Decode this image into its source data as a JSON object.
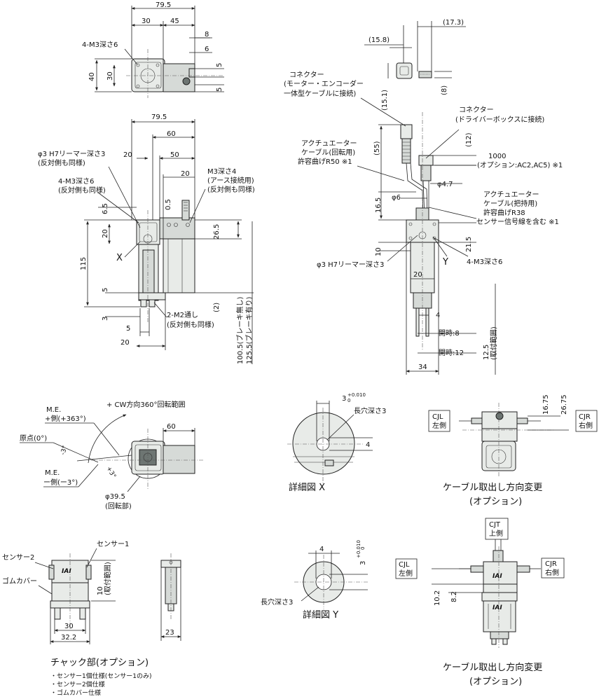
{
  "top_view": {
    "dims": [
      "79.5",
      "30",
      "45",
      "8",
      "6",
      "5",
      "5",
      "40",
      "30"
    ],
    "note_tap": "4-M3深さ6"
  },
  "front_view": {
    "dims": [
      "79.5",
      "60",
      "20",
      "50",
      "20",
      "0.5",
      "6.5",
      "20",
      "26.5",
      "115",
      "5",
      "3",
      "(2)",
      "5",
      "20"
    ],
    "brake_len_1": "100.5(ブレーキ無し)",
    "brake_len_2": "125.5(ブレーキ有り)",
    "note_reamer_1": "φ3 H7リーマー深さ3",
    "note_reamer_2": "(反対側も同様)",
    "note_tap_1": "4-M3深さ6",
    "note_tap_2": "(反対側も同様)",
    "note_ground_1": "M3深さ4",
    "note_ground_2": "(アース接続用)",
    "note_ground_3": "(反対側も同様)",
    "note_m2_1": "2-M2通し",
    "note_m2_2": "(反対側も同様)",
    "label_x": "X"
  },
  "side_view": {
    "dims": [
      "(17.3)",
      "(15.8)",
      "(15.1)",
      "(8)",
      "(55)",
      "(12)",
      "φ4.7",
      "φ6",
      "16.5",
      "10",
      "21.5",
      "20",
      "4",
      "34"
    ],
    "connector_motor_1": "コネクター",
    "connector_motor_2": "(モーター・エンコーダー",
    "connector_motor_3": "一体型ケーブルに接続)",
    "connector_driver_1": "コネクター",
    "connector_driver_2": "(ドライバーボックスに接続)",
    "cable_rot_1": "アクチュエーター",
    "cable_rot_2": "ケーブル(回転用)",
    "cable_rot_3": "許容曲げR50 ※1",
    "cable_len_1": "1000",
    "cable_len_2": "(オプション:AC2,AC5) ※1",
    "cable_grip_1": "アクチュエーター",
    "cable_grip_2": "ケーブル(把持用)",
    "cable_grip_3": "許容曲げR38",
    "cable_grip_4": "センサー信号線を含む ※1",
    "note_reamer": "φ3 H7リーマー深さ3",
    "note_tap": "4-M3深さ6",
    "label_y": "Y",
    "open_8": "開時:8",
    "open_12": "開時:12",
    "range_1": "12.5",
    "range_2": "(取付範囲)"
  },
  "rotation_view": {
    "cw_range": "+ CW方向360°回転範囲",
    "me_plus_1": "M.E.",
    "me_plus_2": "+側(+363°)",
    "origin": "原点(0°)",
    "minus3": "-3°",
    "plus3": "+3°",
    "me_minus_1": "M.E.",
    "me_minus_2": "ー側(ー3°)",
    "dim_60": "60",
    "rot_dia_1": "φ39.5",
    "rot_dia_2": "(回転部)"
  },
  "detail_x": {
    "title": "詳細図 X",
    "dim_3": "3",
    "tol_plus": "+0.010",
    "tol_zero": "0",
    "slot": "長穴深さ3",
    "dim_4": "4"
  },
  "detail_y": {
    "title": "詳細図 Y",
    "dim_4": "4",
    "dim_3": "3",
    "tol_plus": "+0.010",
    "tol_zero": "0",
    "slot": "長穴深さ3"
  },
  "cable_dir_1": {
    "cjl_1": "CJL",
    "cjl_2": "左側",
    "cjr_1": "CJR",
    "cjr_2": "右側",
    "dim_a": "16.75",
    "dim_b": "26.75",
    "title_1": "ケーブル取出し方向変更",
    "title_2": "(オプション)"
  },
  "cable_dir_2": {
    "cjt_1": "CJT",
    "cjt_2": "上側",
    "cjl_1": "CJL",
    "cjl_2": "左側",
    "cjr_1": "CJR",
    "cjr_2": "右側",
    "dim_a": "10.2",
    "dim_b": "8.2",
    "title_1": "ケーブル取出し方向変更",
    "title_2": "(オプション)"
  },
  "chuck": {
    "sensor2": "センサー2",
    "sensor1": "センサー1",
    "rubber": "ゴムカバー",
    "range_1": "10",
    "range_2": "(取付範囲)",
    "dim_30": "30",
    "dim_322": "32.2",
    "dim_23": "23",
    "title": "チャック部(オプション)",
    "items": [
      "・センサー1個仕様(センサー1のみ)",
      "・センサー2個仕様",
      "・ゴムカバー仕様"
    ]
  },
  "logo_text": "IAI"
}
